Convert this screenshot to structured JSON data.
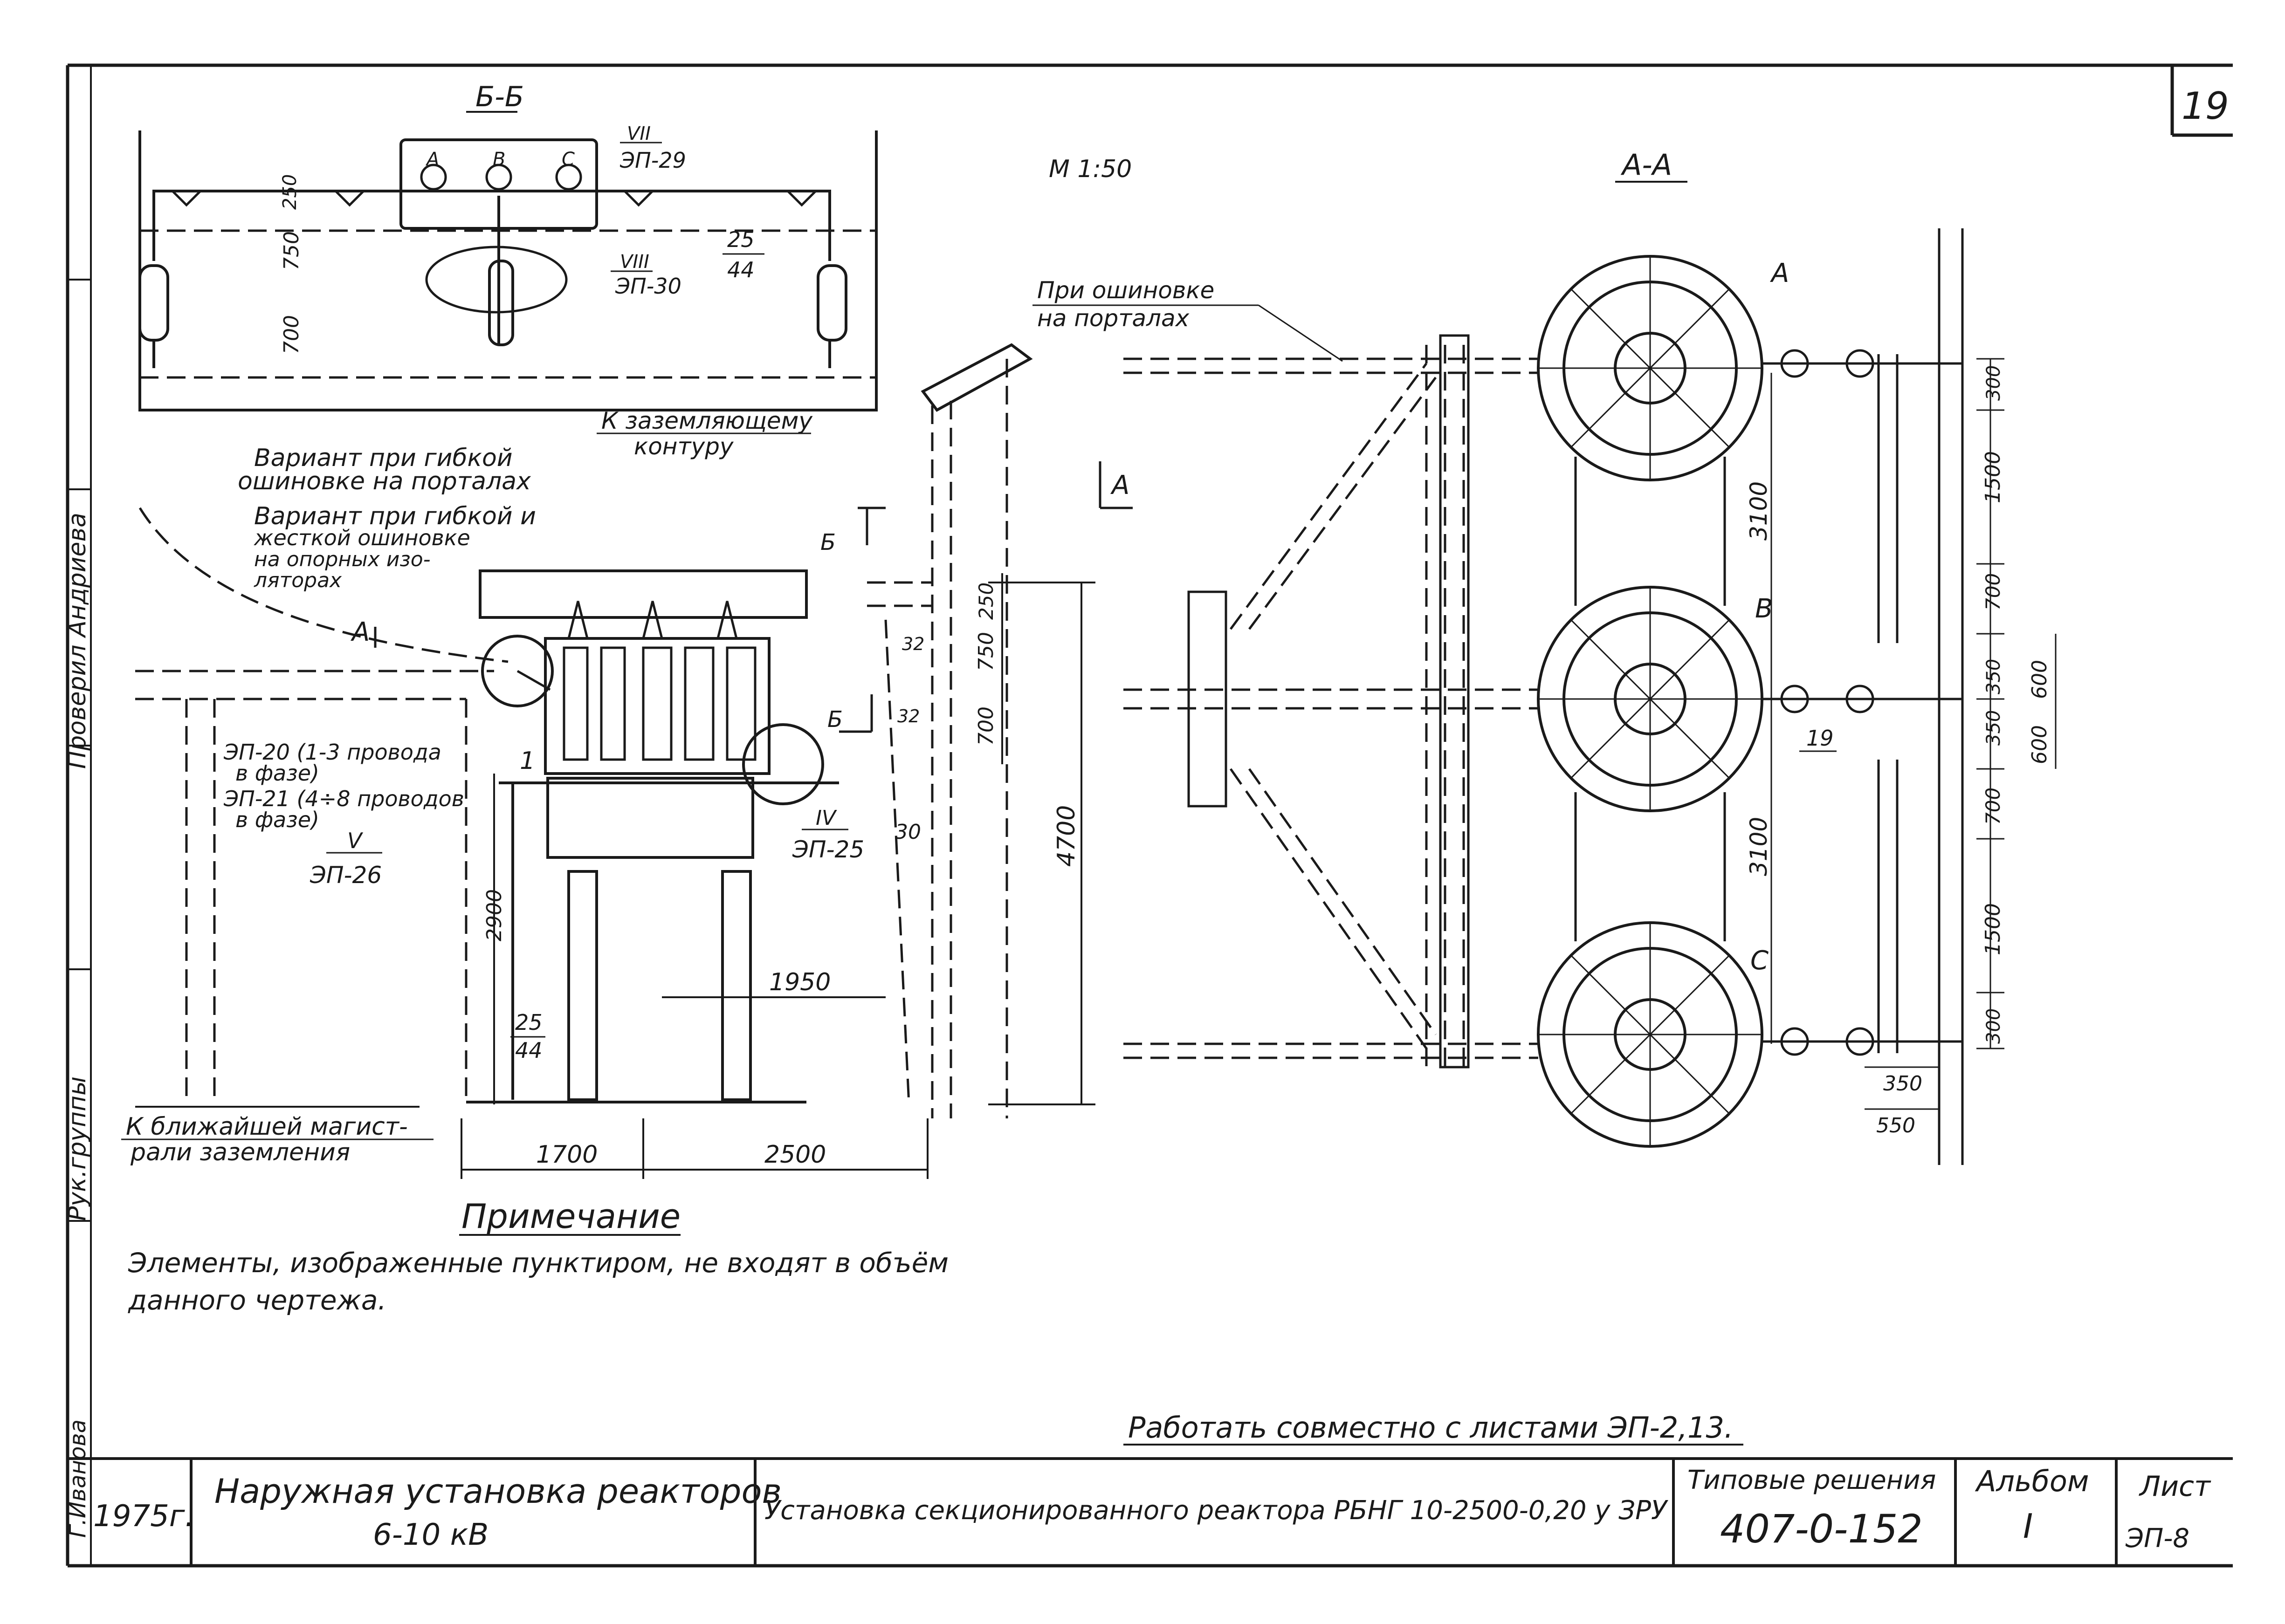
{
  "sheet_number": "19",
  "scale": "М 1:50",
  "section_bb": {
    "title": "Б-Б",
    "phases": [
      "A",
      "B",
      "C"
    ],
    "node_vii": "VII",
    "node_vii_ref": "ЭП-29",
    "node_viii": "VIII",
    "node_viii_ref": "ЭП-30",
    "dims": [
      "250",
      "750",
      "700"
    ],
    "ref_top": "25",
    "ref_bottom": "44",
    "ground_note": [
      "К заземляющему",
      "контуру"
    ]
  },
  "elevation": {
    "variant_flexible": [
      "Вариант при гибкой",
      "ошиновке на порталах"
    ],
    "variant_mixed": [
      "Вариант при гибкой и",
      "жесткой ошиновке",
      "на опорных изо-",
      "ляторах"
    ],
    "mark_a": "А",
    "mark_b": "Б",
    "ep20": [
      "ЭП-20 (1-3 провода",
      "в фазе)"
    ],
    "ep21": [
      "ЭП-21 (4÷8 проводов",
      "в фазе)"
    ],
    "node_v": "V",
    "node_v_ref": "ЭП-26",
    "node_iv": "IV",
    "node_iv_ref": "ЭП-25",
    "item_1": "1",
    "refs_32": [
      "32",
      "32"
    ],
    "ref_30": "30",
    "dims_right": [
      "250",
      "750",
      "700"
    ],
    "dim_height": "4700",
    "dim_2900": "2900",
    "dim_1950": "1950",
    "ref_25": "25",
    "ref_44": "44",
    "dim_1700": "1700",
    "dim_2500": "2500",
    "ground_main": [
      "К ближайшей магист-",
      "рали заземления"
    ]
  },
  "section_aa": {
    "title": "А-А",
    "view_mark": "А",
    "phases": [
      "A",
      "B",
      "C"
    ],
    "portal_note": [
      "При ошиновке",
      "на порталах"
    ],
    "dims_inner": [
      "3100",
      "3100"
    ],
    "dims_right": [
      "300",
      "1500",
      "700",
      "350",
      "350",
      "700",
      "1500",
      "300"
    ],
    "dims_600": [
      "600",
      "600"
    ],
    "ref_19": "19",
    "dims_bottom": [
      "350",
      "550"
    ]
  },
  "note": {
    "title": "Примечание",
    "text_line1": "Элементы, изображенные пунктиром, не входят в объём",
    "text_line2": "данного чертежа."
  },
  "work_with": "Работать совместно с листами ЭП-2,13.",
  "title_block": {
    "year": "1975г.",
    "name_line1": "Наружная установка реакторов",
    "name_line2": "6-10 кВ",
    "description": "Установка секционированного реактора РБНГ 10-2500-0,20 у ЗРУ",
    "typical_label": "Типовые решения",
    "typical_number": "407-0-152",
    "album_label": "Альбом",
    "album_value": "I",
    "sheet_label": "Лист",
    "sheet_value": "ЭП-8"
  },
  "side_stamp": {
    "checked": "Проверил Андриева",
    "group_head": "Рук.группы",
    "executor": "Г.Иванова"
  }
}
